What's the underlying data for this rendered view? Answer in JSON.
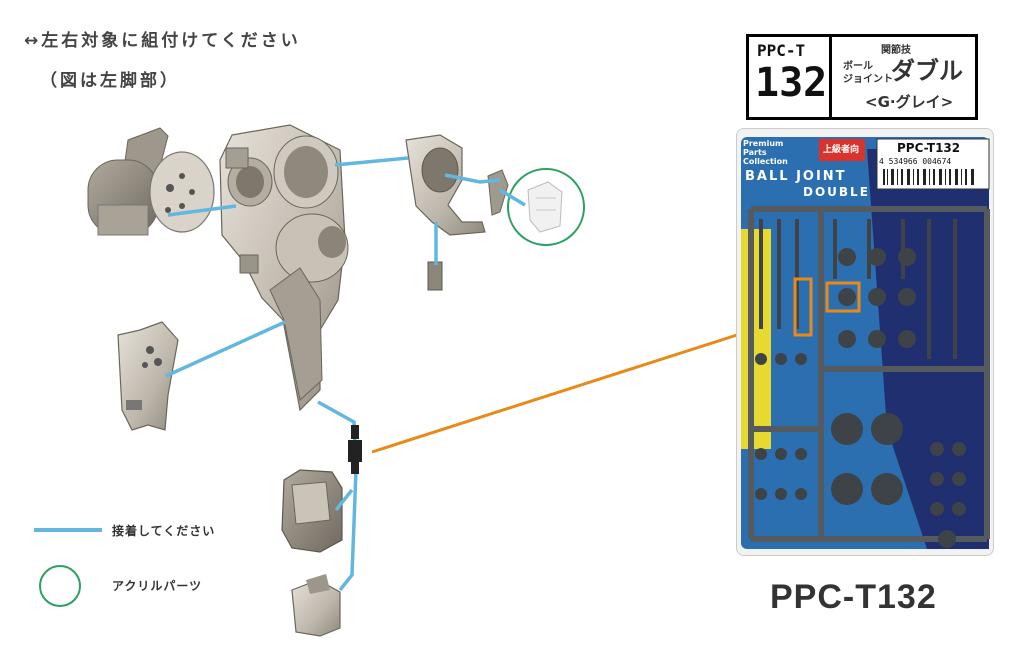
{
  "instructions": {
    "line1": "↔左右対象に組付けてください",
    "line2": "（図は左脚部）"
  },
  "legend": {
    "glue_label": "接着してください",
    "acrylic_label": "アクリルパーツ",
    "glue_color": "#62b7e0",
    "acrylic_color": "#2aa160"
  },
  "product_badge": {
    "code_prefix": "PPC-T",
    "code_number": "132",
    "category": "関節技",
    "subtitle_line1": "ボール",
    "subtitle_line2": "ジョイント",
    "name": "ダブル",
    "color_variant": "<G·グレイ>"
  },
  "package": {
    "brand_line1": "Premium",
    "brand_line2": "Parts",
    "brand_line3": "Collection",
    "sticker": "上級者向",
    "code_label": "PPC-T132",
    "barcode_number": "4 534966 004674",
    "title_line1": "BALL JOINT",
    "title_line2": "DOUBLE",
    "caption": "PPC-T132",
    "callout_color": "#e88a1a"
  }
}
